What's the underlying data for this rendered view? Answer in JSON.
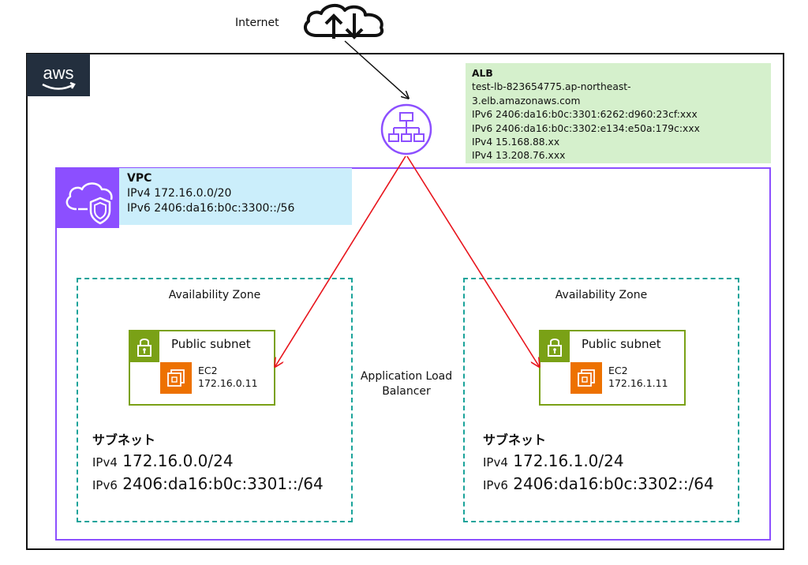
{
  "internet": {
    "label": "Internet"
  },
  "aws": {
    "logo_text": "aws"
  },
  "alb": {
    "title": "ALB",
    "lines": [
      "test-lb-823654775.ap-northeast-",
      "3.elb.amazonaws.com",
      "IPv6 2406:da16:b0c:3301:6262:d960:23cf:xxx",
      "IPv6 2406:da16:b0c:3302:e134:e50a:179c:xxx",
      "IPv4 15.168.88.xx",
      "IPv4 13.208.76.xxx"
    ],
    "label_line1": "Application Load",
    "label_line2": "Balancer"
  },
  "vpc": {
    "title": "VPC",
    "ipv4": "IPv4 172.16.0.0/20",
    "ipv6": "IPv6 2406:da16:b0c:3300::/56"
  },
  "zones": [
    {
      "az_label": "Availability Zone",
      "subnet_label": "Public subnet",
      "ec2_name": "EC2",
      "ec2_ip": "172.16.0.11",
      "subnet_title": "サブネット",
      "ipv4_prefix": "IPv4",
      "ipv4": "172.16.0.0/24",
      "ipv6_prefix": "IPv6",
      "ipv6": "2406:da16:b0c:3301::/64"
    },
    {
      "az_label": "Availability Zone",
      "subnet_label": "Public subnet",
      "ec2_name": "EC2",
      "ec2_ip": "172.16.1.11",
      "subnet_title": "サブネット",
      "ipv4_prefix": "IPv4",
      "ipv4": "172.16.1.0/24",
      "ipv6_prefix": "IPv6",
      "ipv6": "2406:da16:b0c:3302::/64"
    }
  ],
  "colors": {
    "aws_dark": "#232f3e",
    "vpc_purple": "#8c4fff",
    "alb_purple": "#8c4fff",
    "subnet_green": "#7aa116",
    "ec2_orange": "#ed7100",
    "az_teal": "#1aa39a",
    "alb_box_bg": "#d5f0cc",
    "vpc_info_bg": "#cbeefb",
    "arrow_red": "#e8141c"
  },
  "icons": {
    "internet": "cloud-upload-download-icon",
    "aws": "aws-logo",
    "alb": "load-balancer-icon",
    "vpc": "vpc-cloud-shield-icon",
    "subnet": "lock-icon",
    "ec2": "ec2-chip-icon"
  }
}
